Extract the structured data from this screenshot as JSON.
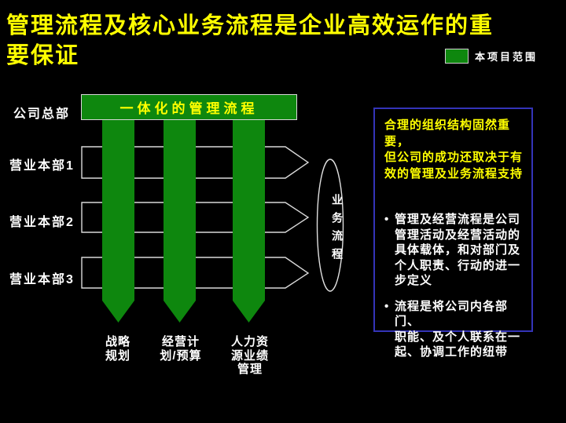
{
  "slide": {
    "title": "管理流程及核心业务流程是企业高效运作的重\n要保证",
    "legend": {
      "label": "本项目范围"
    },
    "top_bar_label": "一体化的管理流程",
    "row_labels": [
      "公司总部",
      "营业本部1",
      "营业本部2",
      "营业本部3"
    ],
    "column_labels": [
      "战略\n规划",
      "经营计\n划/预算",
      "人力资\n源业绩\n管理"
    ],
    "ellipse_label": "业务流程",
    "note_box": {
      "headline": "合理的组织结构固然重要，\n但公司的成功还取决于有\n效的管理及业务流程支持",
      "bullets": [
        "管理及经营流程是公司\n管理活动及经营活动的\n具体载体，和对部门及\n个人职责、行动的进一\n步定义",
        "流程是将公司内各部门、\n职能、及个人联系在一\n起、协调工作的纽带"
      ],
      "bullet_glyph": "•"
    },
    "colors": {
      "green": "#0e870e",
      "yellow": "#ffff00",
      "box_border": "#3434b8",
      "background": "#000000",
      "text_white": "#ffffff"
    }
  }
}
